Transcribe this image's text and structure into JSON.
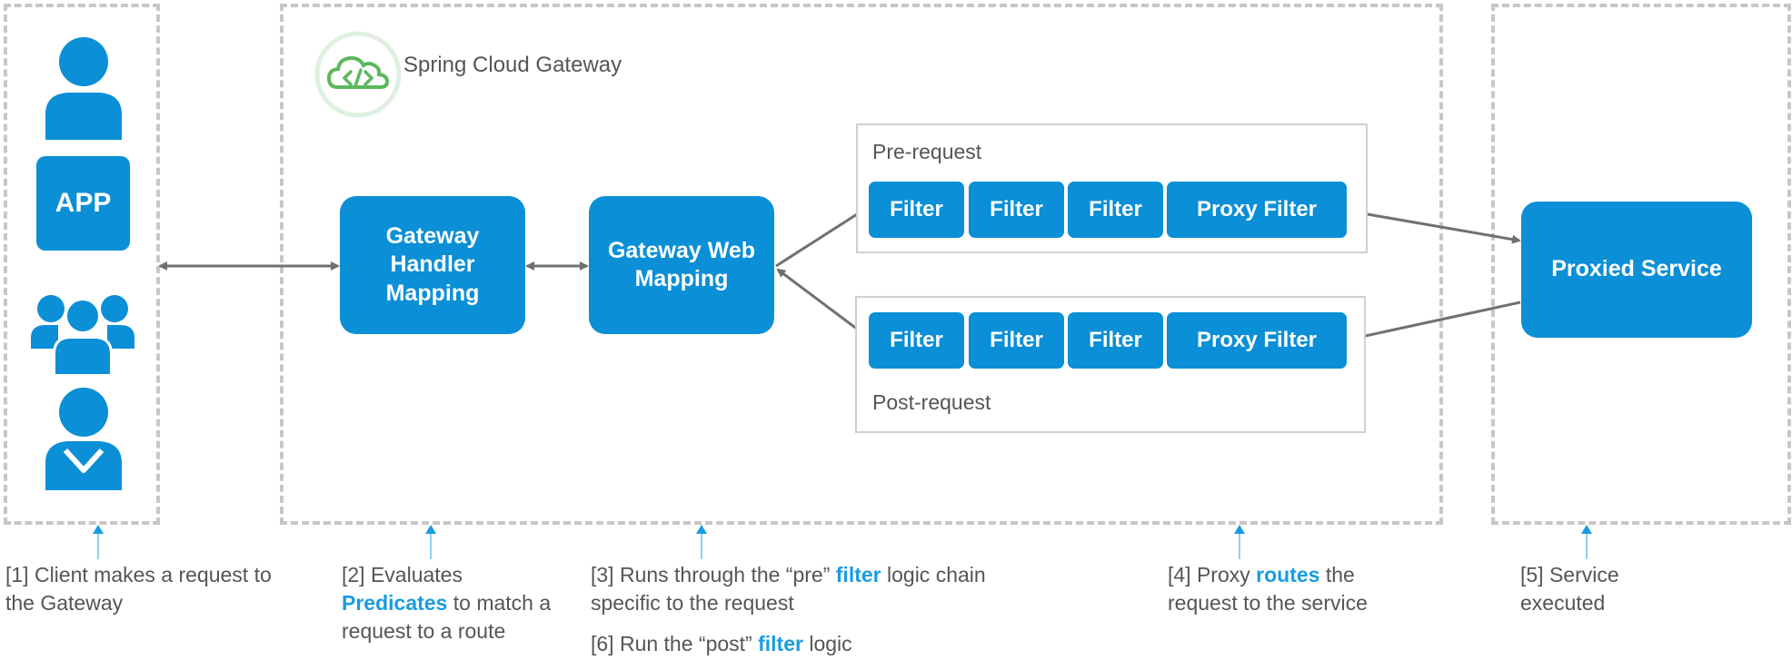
{
  "colors": {
    "accent": "#0b8fd6",
    "highlight": "#1a9ce0",
    "region_border": "#c7c7c7",
    "arrow": "#707070",
    "logo_green": "#5cb85c"
  },
  "gateway": {
    "title": "Spring Cloud Gateway",
    "logo_icon": "code-cloud-icon"
  },
  "client": {
    "app_label": "APP",
    "icons": [
      "user-icon",
      "app-icon",
      "group-icon",
      "employee-icon"
    ]
  },
  "nodes": {
    "handler_mapping": "Gateway\nHandler\nMapping",
    "web_mapping": "Gateway Web\nMapping",
    "proxied_service": "Proxied Service"
  },
  "pre_request": {
    "label": "Pre-request",
    "filters": [
      "Filter",
      "Filter",
      "Filter",
      "Proxy Filter"
    ]
  },
  "post_request": {
    "label": "Post-request",
    "filters": [
      "Filter",
      "Filter",
      "Filter",
      "Proxy Filter"
    ]
  },
  "captions": {
    "c1": {
      "text": "[1] Client makes a request to the Gateway"
    },
    "c2": {
      "before": "[2] Evaluates ",
      "highlight": "Predicates",
      "after": " to match a request to a route"
    },
    "c3": {
      "before": "[3] Runs through the “pre” ",
      "highlight": "filter",
      "after": " logic chain specific to the request"
    },
    "c6": {
      "before": "[6] Run the “post” ",
      "highlight": "filter",
      "after": " logic"
    },
    "c4": {
      "before": "[4] Proxy ",
      "highlight": "routes",
      "after": " the request to the service"
    },
    "c5": {
      "text": "[5] Service executed"
    }
  }
}
